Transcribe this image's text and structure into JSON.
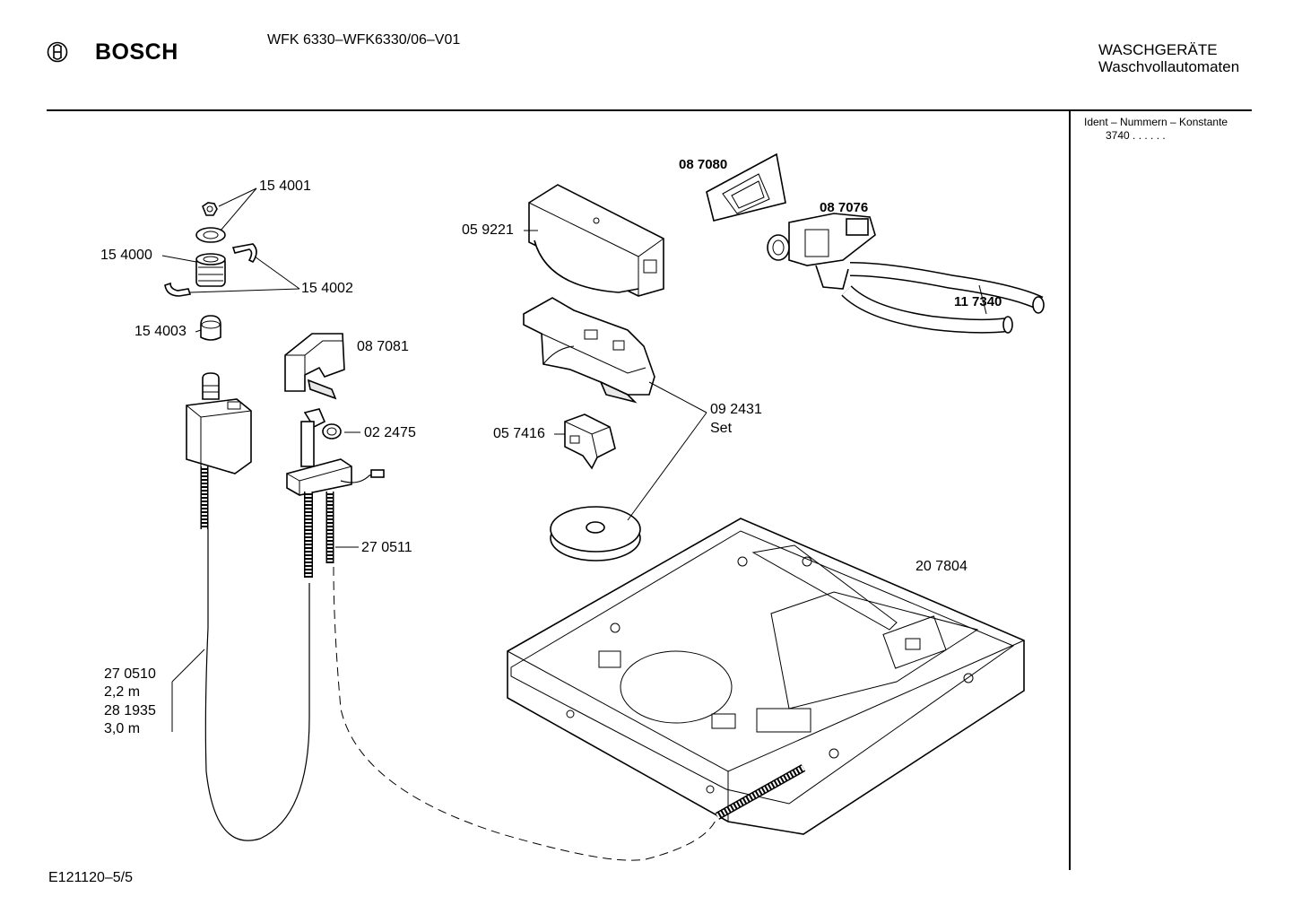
{
  "header": {
    "brand": "BOSCH",
    "model": "WFK 6330–WFK6330/06–V01",
    "category_line1": "WASCHGERÄTE",
    "category_line2": "Waschvollautomaten"
  },
  "sidebar": {
    "ident_label": "Ident – Nummern – Konstante",
    "ident_value": "3740 . .   . . . ."
  },
  "footer": {
    "drawing_code": "E121120–5/5"
  },
  "parts": {
    "p154001": "15 4001",
    "p154000": "15 4000",
    "p154002": "15 4002",
    "p154003": "15 4003",
    "p087081": "08 7081",
    "p022475": "02 2475",
    "p270511": "27 0511",
    "p270510": "27 0510",
    "len1": "2,2 m",
    "p281935": "28 1935",
    "len2": "3,0 m",
    "p059221": "05 9221",
    "p087080": "08 7080",
    "p087076": "08 7076",
    "p117340": "11 7340",
    "p092431": "09 2431",
    "set": "Set",
    "p057416": "05 7416",
    "p207804": "20 7804"
  },
  "icons": {
    "logo": "bosch-armature-logo-icon"
  }
}
